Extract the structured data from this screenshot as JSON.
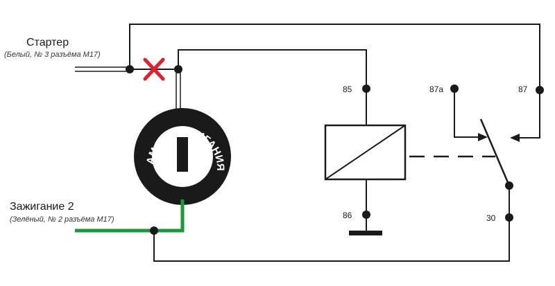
{
  "labels": {
    "starter_title": "Стартер",
    "starter_note": "(Белый, № 3 разъёма М17)",
    "ignition_title": "Зажигание 2",
    "ignition_note": "(Зелёный, № 2 разъёма М17)",
    "lock_text": "ЗАМОК ЗАЖИГАНИЯ"
  },
  "relay": {
    "pin_85": "85",
    "pin_86": "86",
    "pin_87a": "87a",
    "pin_87": "87",
    "pin_30": "30"
  },
  "colors": {
    "wire": "#1a1a1a",
    "green_wire": "#1a9a3a",
    "cross_mark": "#e0202a",
    "lock_ring": "#1a1a1a"
  },
  "icons": {
    "cut_mark": "red-x-icon",
    "key_slot": "key-slot-icon"
  }
}
